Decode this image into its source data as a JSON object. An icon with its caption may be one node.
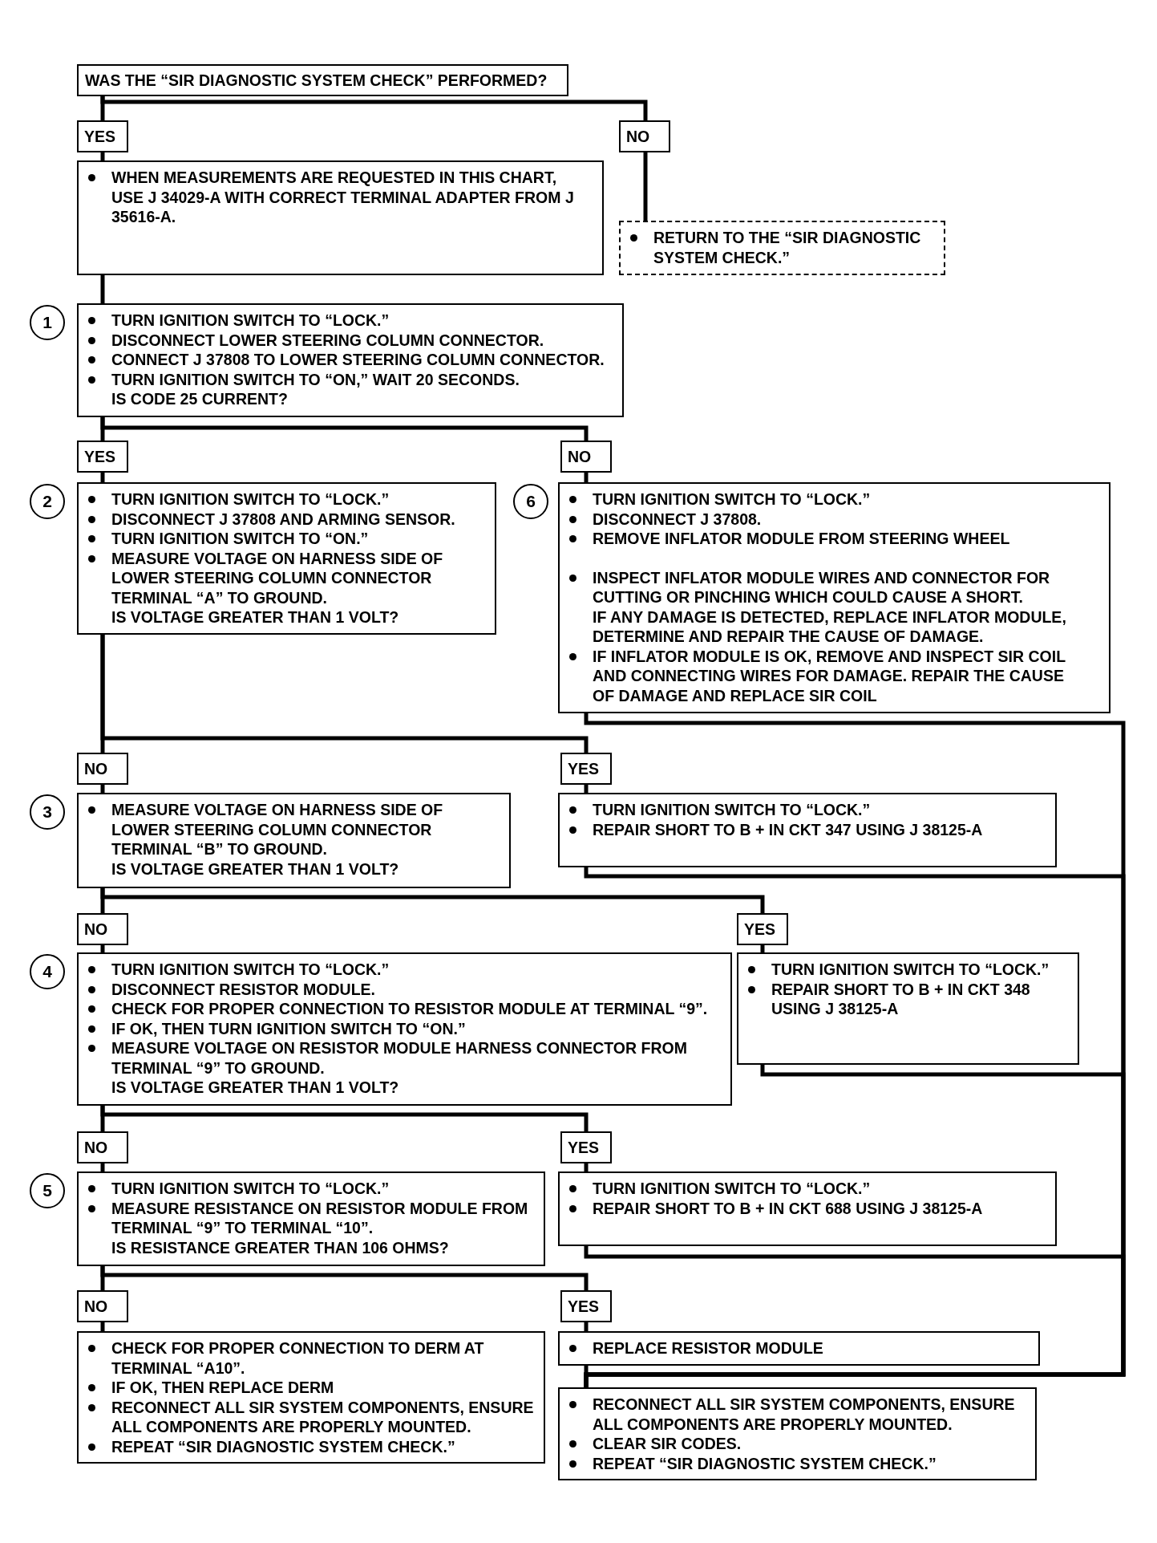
{
  "diagram": {
    "nodes": [
      {
        "text": [
          "WAS THE “SIR DIAGNOSTIC SYSTEM CHECK” PERFORMED?"
        ]
      },
      {
        "text": [
          "YES"
        ]
      },
      {
        "text": [
          "NO"
        ]
      },
      {
        "text": [
          "WHEN MEASUREMENTS ARE REQUESTED IN THIS CHART, USE J 34029-A WITH CORRECT TERMINAL ADAPTER FROM J 35616-A."
        ]
      },
      {
        "text": [
          "RETURN TO THE “SIR DIAGNOSTIC SYSTEM CHECK.”"
        ]
      },
      {
        "text": [
          "1"
        ]
      },
      {
        "text": [
          "TURN IGNITION SWITCH TO “LOCK.”",
          "DISCONNECT LOWER STEERING COLUMN CONNECTOR.",
          "CONNECT J 37808 TO LOWER STEERING COLUMN CONNECTOR.",
          "TURN IGNITION SWITCH TO “ON,” WAIT 20 SECONDS.",
          "IS CODE 25 CURRENT?"
        ]
      },
      {
        "text": [
          "YES"
        ]
      },
      {
        "text": [
          "NO"
        ]
      },
      {
        "text": [
          "2"
        ]
      },
      {
        "text": [
          "TURN IGNITION SWITCH TO “LOCK.”",
          "DISCONNECT J 37808 AND ARMING SENSOR.",
          "TURN IGNITION SWITCH TO “ON.”",
          "MEASURE VOLTAGE ON HARNESS SIDE OF LOWER STEERING COLUMN CONNECTOR TERMINAL “A” TO GROUND.",
          "IS VOLTAGE GREATER THAN 1 VOLT?"
        ]
      },
      {
        "text": [
          "6"
        ]
      },
      {
        "text": [
          "TURN IGNITION SWITCH TO “LOCK.”",
          "DISCONNECT J 37808.",
          "REMOVE INFLATOR MODULE FROM STEERING WHEEL",
          "INSPECT INFLATOR MODULE WIRES AND CONNECTOR FOR CUTTING OR PINCHING WHICH COULD CAUSE A SHORT.",
          "IF ANY DAMAGE IS DETECTED, REPLACE INFLATOR MODULE, DETERMINE AND REPAIR THE CAUSE OF DAMAGE.",
          "IF INFLATOR MODULE IS OK, REMOVE AND INSPECT SIR COIL AND CONNECTING WIRES FOR DAMAGE. REPAIR THE CAUSE OF DAMAGE AND REPLACE SIR COIL"
        ]
      },
      {
        "text": [
          "NO"
        ]
      },
      {
        "text": [
          "YES"
        ]
      },
      {
        "text": [
          "3"
        ]
      },
      {
        "text": [
          "MEASURE VOLTAGE ON HARNESS SIDE OF LOWER STEERING COLUMN CONNECTOR TERMINAL “B” TO GROUND.",
          "IS VOLTAGE GREATER THAN 1 VOLT?"
        ]
      },
      {
        "text": [
          "TURN IGNITION SWITCH TO “LOCK.”",
          "REPAIR SHORT TO B + IN CKT 347 USING J 38125-A"
        ]
      },
      {
        "text": [
          "NO"
        ]
      },
      {
        "text": [
          "YES"
        ]
      },
      {
        "text": [
          "4"
        ]
      },
      {
        "text": [
          "TURN IGNITION SWITCH TO “LOCK.”",
          "DISCONNECT RESISTOR MODULE.",
          "CHECK FOR PROPER CONNECTION TO RESISTOR MODULE AT TERMINAL “9”.",
          "IF OK, THEN TURN IGNITION SWITCH TO “ON.”",
          "MEASURE VOLTAGE ON RESISTOR MODULE HARNESS CONNECTOR FROM TERMINAL “9” TO GROUND.",
          "IS VOLTAGE GREATER THAN 1 VOLT?"
        ]
      },
      {
        "text": [
          "TURN IGNITION SWITCH TO “LOCK.”",
          "REPAIR SHORT TO B + IN CKT 348 USING J 38125-A"
        ]
      },
      {
        "text": [
          "NO"
        ]
      },
      {
        "text": [
          "YES"
        ]
      },
      {
        "text": [
          "5"
        ]
      },
      {
        "text": [
          "TURN IGNITION SWITCH TO “LOCK.”",
          "MEASURE RESISTANCE ON RESISTOR MODULE FROM TERMINAL “9” TO TERMINAL “10”.",
          "IS RESISTANCE GREATER THAN 106 OHMS?"
        ]
      },
      {
        "text": [
          "TURN IGNITION SWITCH TO “LOCK.”",
          "REPAIR SHORT TO B + IN CKT 688 USING J 38125-A"
        ]
      },
      {
        "text": [
          "NO"
        ]
      },
      {
        "text": [
          "YES"
        ]
      },
      {
        "text": [
          "CHECK FOR PROPER CONNECTION TO DERM AT TERMINAL “A10”.",
          "IF OK, THEN REPLACE DERM",
          "RECONNECT ALL SIR SYSTEM COMPONENTS, ENSURE ALL COMPONENTS ARE PROPERLY MOUNTED.",
          "REPEAT “SIR DIAGNOSTIC SYSTEM CHECK.”"
        ]
      },
      {
        "text": [
          "REPLACE RESISTOR MODULE"
        ]
      },
      {
        "text": [
          "RECONNECT ALL SIR SYSTEM COMPONENTS, ENSURE ALL COMPONENTS ARE PROPERLY MOUNTED.",
          "CLEAR SIR CODES.",
          "REPEAT “SIR DIAGNOSTIC SYSTEM CHECK.”"
        ]
      }
    ],
    "edges": [
      {
        "from": 0,
        "to": 1,
        "arrow": "none"
      },
      {
        "from": 1,
        "to": 3,
        "arrow": "none"
      },
      {
        "from": 0,
        "to": 2,
        "arrow": "none"
      },
      {
        "from": 2,
        "to": 4,
        "arrow": "none"
      },
      {
        "from": 3,
        "to": 6,
        "arrow": "none"
      },
      {
        "from": 6,
        "to": 7,
        "arrow": "none"
      },
      {
        "from": 7,
        "to": 10,
        "arrow": "none"
      },
      {
        "from": 6,
        "to": 8,
        "arrow": "none"
      },
      {
        "from": 8,
        "to": 12,
        "arrow": "none"
      },
      {
        "from": 10,
        "to": 13,
        "arrow": "none"
      },
      {
        "from": 13,
        "to": 16,
        "arrow": "none"
      },
      {
        "from": 10,
        "to": 14,
        "arrow": "none"
      },
      {
        "from": 14,
        "to": 17,
        "arrow": "none"
      },
      {
        "from": 16,
        "to": 18,
        "arrow": "none"
      },
      {
        "from": 18,
        "to": 21,
        "arrow": "none"
      },
      {
        "from": 16,
        "to": 19,
        "arrow": "none"
      },
      {
        "from": 19,
        "to": 22,
        "arrow": "none"
      },
      {
        "from": 21,
        "to": 23,
        "arrow": "none"
      },
      {
        "from": 23,
        "to": 26,
        "arrow": "none"
      },
      {
        "from": 21,
        "to": 24,
        "arrow": "none"
      },
      {
        "from": 24,
        "to": 27,
        "arrow": "none"
      },
      {
        "from": 26,
        "to": 28,
        "arrow": "none"
      },
      {
        "from": 28,
        "to": 30,
        "arrow": "none"
      },
      {
        "from": 26,
        "to": 29,
        "arrow": "none"
      },
      {
        "from": 29,
        "to": 31,
        "arrow": "none"
      },
      {
        "from": 12,
        "to": 32,
        "arrow": "none"
      },
      {
        "from": 17,
        "to": 32,
        "arrow": "none"
      },
      {
        "from": 22,
        "to": 32,
        "arrow": "none"
      },
      {
        "from": 27,
        "to": 32,
        "arrow": "none"
      },
      {
        "from": 31,
        "to": 32,
        "arrow": "none"
      }
    ]
  }
}
